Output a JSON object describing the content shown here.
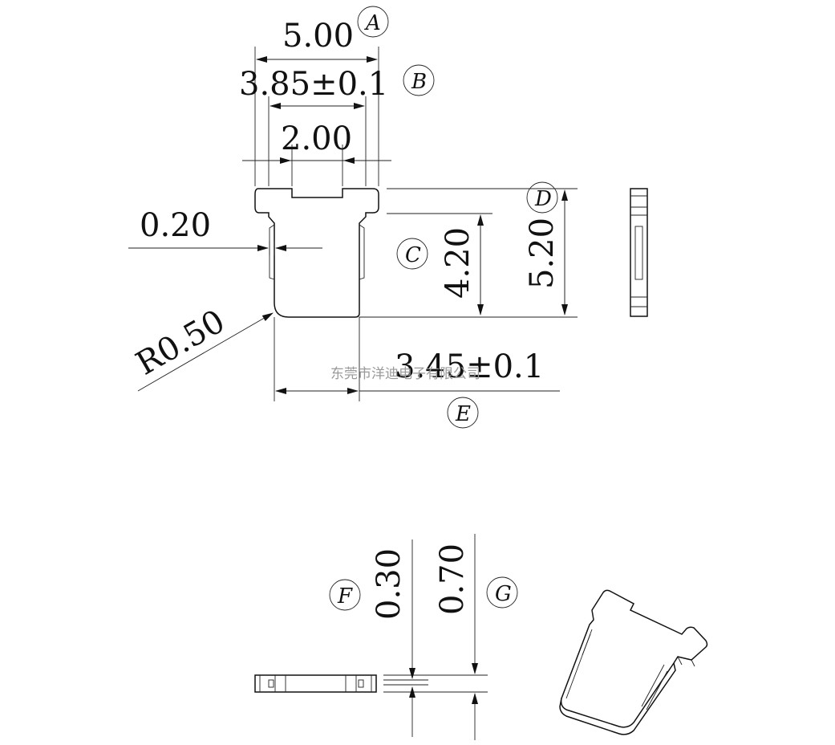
{
  "dimensions": {
    "width_total": "5.00",
    "width_body": "3.85±0.1",
    "notch_width": "2.00",
    "thickness_small": "0.20",
    "radius": "R0.50",
    "height_body": "4.20",
    "height_total": "5.20",
    "lower_width": "3.45±0.1",
    "thickness_f": "0.30",
    "thickness_g": "0.70"
  },
  "balloons": {
    "a": "A",
    "b": "B",
    "c": "C",
    "d": "D",
    "e": "E",
    "f": "F",
    "g": "G"
  },
  "watermark": "东莞市洋迪电子有限公司",
  "icons": [
    "arrowhead",
    "balloon-circle"
  ]
}
